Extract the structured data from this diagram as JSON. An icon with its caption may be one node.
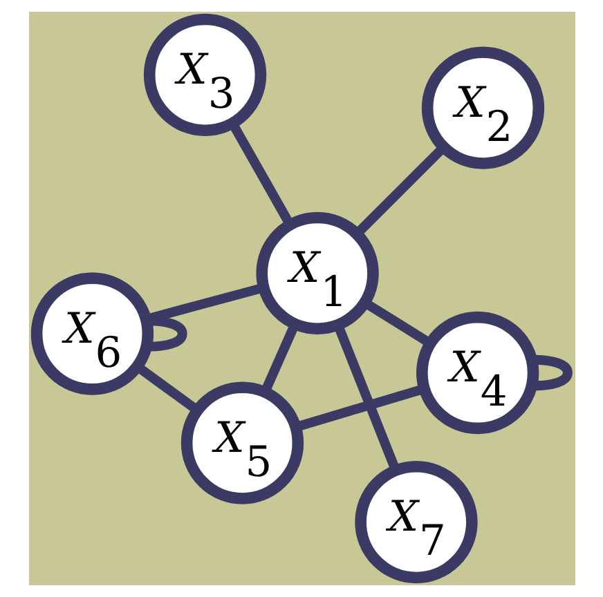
{
  "diagram": {
    "nodes": [
      {
        "text": [
          "X$_{3}$"
        ]
      },
      {
        "text": [
          "X$_{2}$"
        ]
      },
      {
        "text": [
          "X$_{7}$"
        ]
      },
      {
        "text": [
          "X$_{1}$"
        ]
      },
      {
        "text": [
          "X$_{4}$"
        ]
      },
      {
        "text": [
          "X$_{6}$"
        ]
      },
      {
        "text": [
          "X$_{5}$"
        ]
      }
    ],
    "edges": [
      {
        "from": 3,
        "to": 0,
        "arrow": "none"
      },
      {
        "from": 3,
        "to": 1,
        "arrow": "none"
      },
      {
        "from": 2,
        "to": 3,
        "arrow": "none"
      },
      {
        "from": 3,
        "to": 4,
        "arrow": "none"
      },
      {
        "from": 4,
        "to": 4,
        "arrow": "none"
      },
      {
        "from": 3,
        "to": 5,
        "arrow": "none"
      },
      {
        "from": 3,
        "to": 6,
        "arrow": "none"
      },
      {
        "from": 4,
        "to": 6,
        "arrow": "none"
      },
      {
        "from": 5,
        "to": 6,
        "arrow": "none"
      },
      {
        "from": 5,
        "to": 5,
        "arrow": "none"
      }
    ]
  }
}
